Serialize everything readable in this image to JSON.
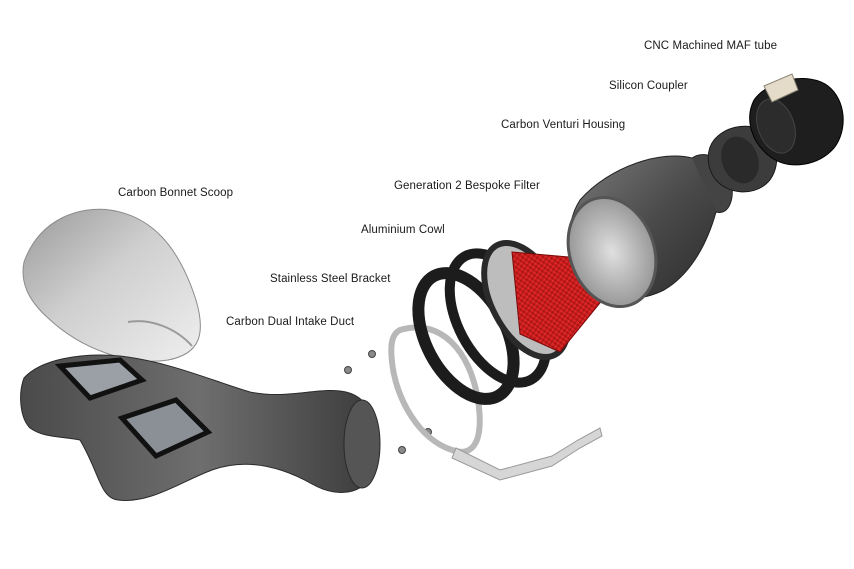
{
  "labels": {
    "maf_tube": "CNC Machined MAF tube",
    "silicon_coupler": "Silicon Coupler",
    "venturi_housing": "Carbon Venturi Housing",
    "filter": "Generation 2 Bespoke Filter",
    "cowl": "Aluminium Cowl",
    "bracket": "Stainless Steel Bracket",
    "intake_duct": "Carbon Dual Intake Duct",
    "bonnet_scoop": "Carbon Bonnet Scoop"
  },
  "colors": {
    "background": "#ffffff",
    "carbon_dark": "#3a3a3a",
    "carbon_mid": "#6a6a6a",
    "filter_red": "#d21a1a",
    "steel": "#c8c8c8",
    "gasket": "#1c1c1c",
    "label_text": "#1a1a1a"
  }
}
